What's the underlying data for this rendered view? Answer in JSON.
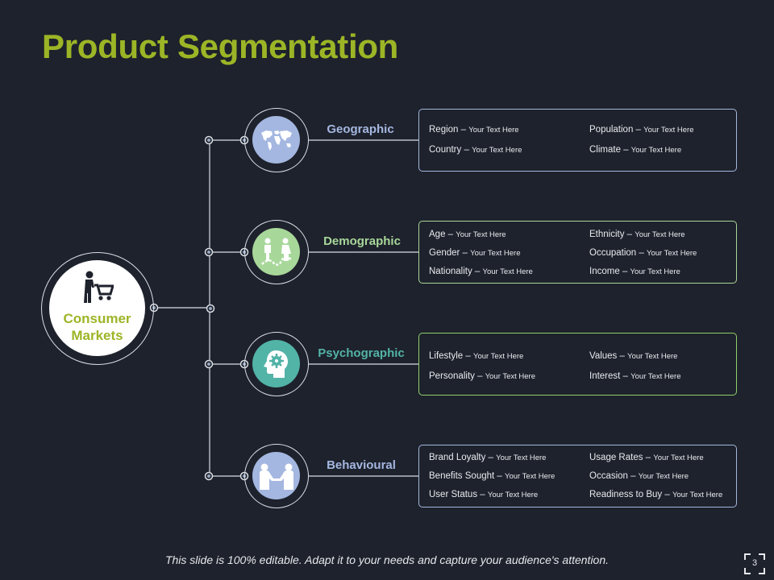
{
  "title": "Product Segmentation",
  "hub": {
    "label": "Consumer Markets",
    "icon": "shopping-cart-person-icon"
  },
  "segments": [
    {
      "label": "Geographic",
      "icon": "world-map-icon",
      "color": "#a4b7e0",
      "label_color": "#a4b7e0",
      "rows": [
        [
          {
            "key": "Region",
            "sep": " – ",
            "val": "Your Text Here"
          },
          {
            "key": "Population",
            "sep": " – ",
            "val": "Your Text Here"
          }
        ],
        [
          {
            "key": "Country",
            "sep": " – ",
            "val": "Your Text Here"
          },
          {
            "key": "Climate",
            "sep": " – ",
            "val": "Your Text Here"
          }
        ]
      ]
    },
    {
      "label": "Demographic",
      "icon": "people-icon",
      "color": "#a8d79a",
      "label_color": "#a8d79a",
      "rows": [
        [
          {
            "key": "Age",
            "sep": "  – ",
            "val": "Your Text Here"
          },
          {
            "key": "Ethnicity",
            "sep": " – ",
            "val": "Your Text Here"
          }
        ],
        [
          {
            "key": "Gender",
            "sep": " – ",
            "val": "Your Text Here"
          },
          {
            "key": "Occupation",
            "sep": " – ",
            "val": "Your Text Here"
          }
        ],
        [
          {
            "key": "Nationality",
            "sep": " – ",
            "val": "Your Text Here"
          },
          {
            "key": "Income",
            "sep": " – ",
            "val": "Your Text Here"
          }
        ]
      ]
    },
    {
      "label": "Psychographic",
      "icon": "head-gear-icon",
      "color": "#52b3a7",
      "label_color": "#52b3a7",
      "rows": [
        [
          {
            "key": "Lifestyle",
            "sep": " – ",
            "val": "Your Text Here"
          },
          {
            "key": "Values",
            "sep": " – ",
            "val": "Your Text Here"
          }
        ],
        [
          {
            "key": "Personality",
            "sep": " – ",
            "val": "Your Text Here"
          },
          {
            "key": "Interest",
            "sep": " – ",
            "val": "Your Text Here"
          }
        ]
      ]
    },
    {
      "label": "Behavioural",
      "icon": "handshake-icon",
      "color": "#a4b7e0",
      "label_color": "#a4b7e0",
      "rows": [
        [
          {
            "key": "Brand Loyalty",
            "sep": "  – ",
            "val": "Your Text Here"
          },
          {
            "key": "Usage Rates",
            "sep": " – ",
            "val": "Your Text Here"
          }
        ],
        [
          {
            "key": "Benefits Sought",
            "sep": " – ",
            "val": "Your Text Here"
          },
          {
            "key": "Occasion",
            "sep": " – ",
            "val": "Your Text Here"
          }
        ],
        [
          {
            "key": "User Status",
            "sep": " – ",
            "val": "Your Text Here"
          },
          {
            "key": "Readiness to Buy",
            "sep": " – ",
            "val": "Your Text Here"
          }
        ]
      ]
    }
  ],
  "box_border_colors": [
    "#a4b7e0",
    "#a8d79a",
    "#8fcf6a",
    "#a4b7e0"
  ],
  "footer": "This slide is 100% editable. Adapt it to your needs and capture your audience's attention.",
  "page_number": "3",
  "page_icon": "expand-corners-icon"
}
